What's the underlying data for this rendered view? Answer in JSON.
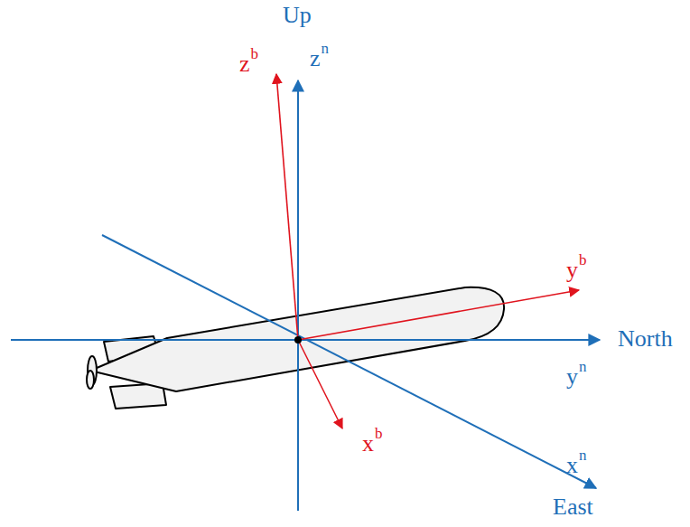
{
  "diagram": {
    "labels": [
      "Up",
      "z",
      "n",
      "z",
      "b",
      "y",
      "b",
      "North",
      "y",
      "n",
      "x",
      "b",
      "x",
      "n",
      "East"
    ]
  }
}
